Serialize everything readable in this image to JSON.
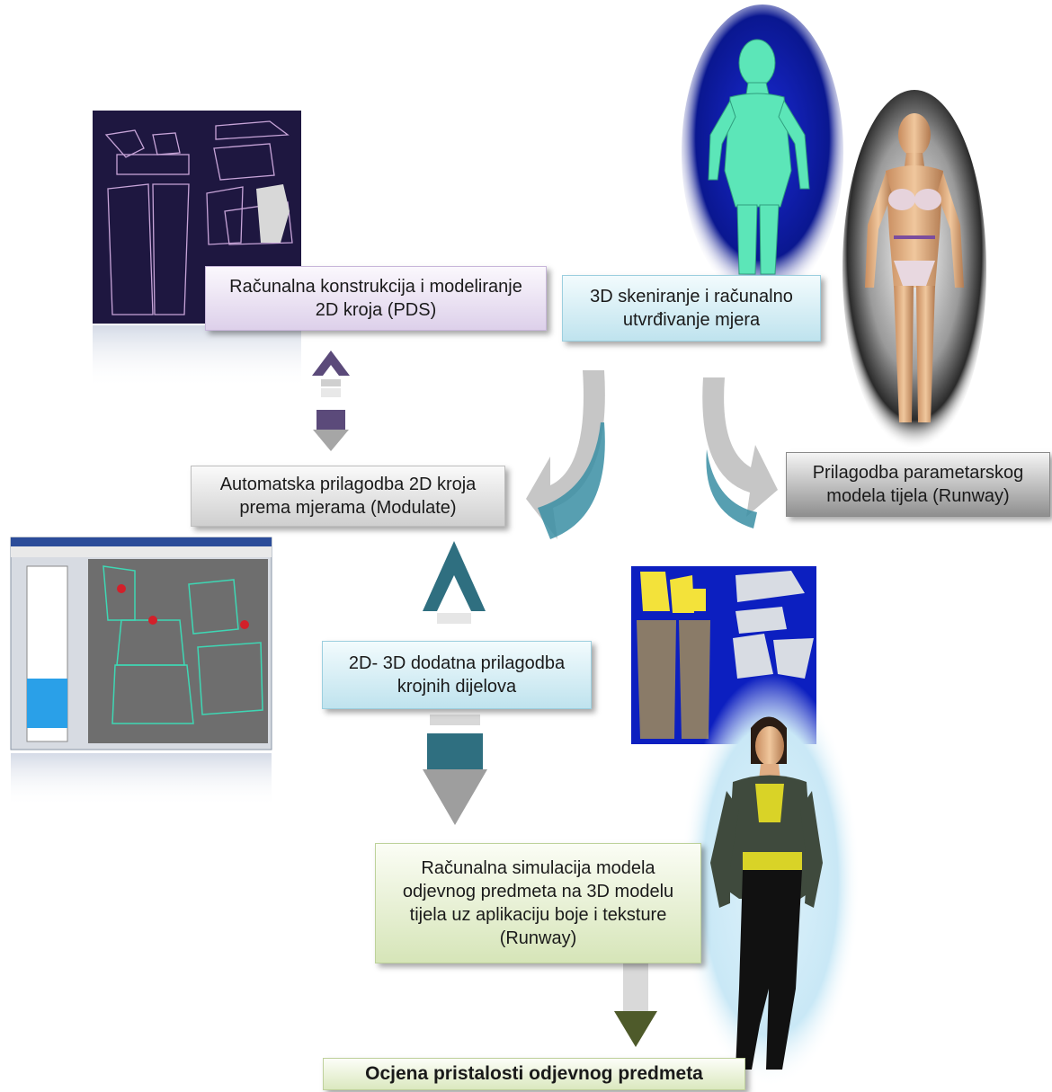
{
  "boxes": {
    "pds": "Računalna konstrukcija i modeliranje\n2D kroja (PDS)",
    "scan": "3D skeniranje i računalno\nutvrđivanje mjera",
    "modulate": "Automatska prilagodba 2D kroja\nprema mjerama (Modulate)",
    "runway_body": "Prilagodba parametarskog\nmodela tijela (Runway)",
    "adjust": "2D- 3D dodatna prilagodba\nkrojnih dijelova",
    "simulation": "Računalna simulacija modela\nodjevnog predmeta na 3D modelu\ntijela uz aplikaciju boje i teksture\n(Runway)",
    "final": "Ocjena pristalosti odjevnog predmeta"
  },
  "colors": {
    "purple": "#5b4a7a",
    "teal": "#2f6f80",
    "grey": "#9a9a9a",
    "olive": "#4e5a2a",
    "scan_blue": "#0a1a9e",
    "scan_body": "#4fe0b0"
  },
  "images": [
    "pds-pattern-screenshot",
    "3d-body-scan",
    "parametric-body-model",
    "modulate-software-screenshot",
    "pattern-pieces-texture",
    "dressed-avatar"
  ]
}
